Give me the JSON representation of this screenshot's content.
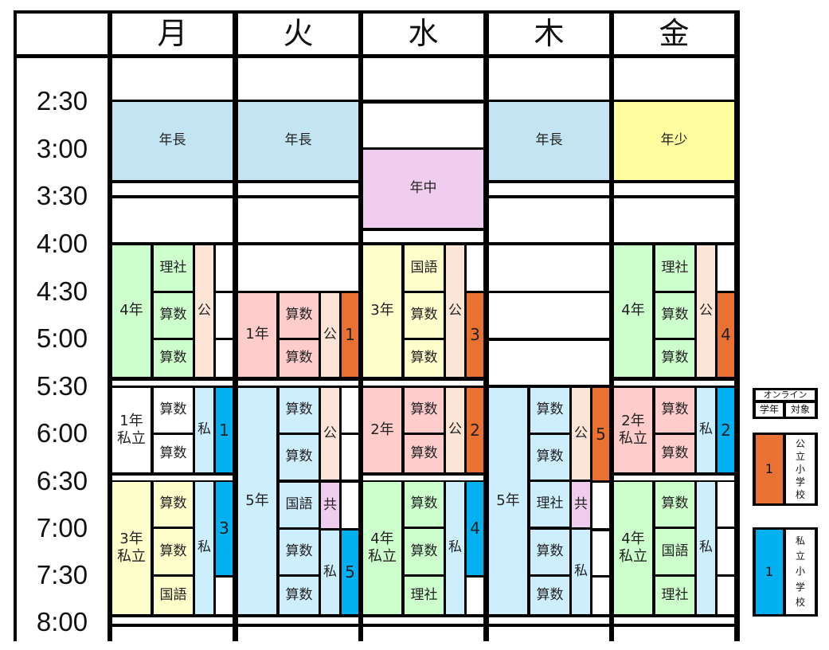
{
  "colors": {
    "public_online": "#e97132",
    "private_online": "#00b0f0",
    "kinder_senior": "#c3e4f3",
    "kinder_middle": "#f0cdee",
    "kinder_junior": "#ffff9f",
    "green": "#ccffcc",
    "yellow": "#ffffcc",
    "pink": "#ffcccc",
    "light_blue": "#cdeefd",
    "peach": "#fce4d6",
    "lavender": "#f0cdee"
  },
  "times": [
    "2:30",
    "3:00",
    "3:30",
    "4:00",
    "4:30",
    "5:00",
    "5:30",
    "6:00",
    "6:30",
    "7:00",
    "7:30",
    "8:00"
  ],
  "days": [
    {
      "label": "月",
      "early": "年長",
      "b1": {
        "grade": "4年",
        "subjects": [
          "理社",
          "算数",
          "算数"
        ],
        "type": "公"
      },
      "b2": {
        "grade": "1年\n私立",
        "subjects": [
          "算数",
          "算数"
        ],
        "type": "私",
        "online": "1"
      },
      "b3": {
        "grade": "3年\n私立",
        "subjects": [
          "算数",
          "算数",
          "国語"
        ],
        "type": "私",
        "online": "3"
      }
    },
    {
      "label": "火",
      "early": "年長",
      "b1": {
        "grade": "1年",
        "subjects": [
          "算数",
          "算数"
        ],
        "type": "公",
        "online": "1"
      },
      "b2": {
        "grade": "5年",
        "subjects": [
          "算数",
          "算数",
          "国語",
          "算数",
          "算数"
        ],
        "types": [
          "公",
          "共",
          "私"
        ],
        "online": "5"
      }
    },
    {
      "label": "水",
      "early": "年中",
      "b1": {
        "grade": "3年",
        "subjects": [
          "国語",
          "算数",
          "算数"
        ],
        "type": "公",
        "online": "3"
      },
      "b2": {
        "grade": "2年",
        "subjects": [
          "算数",
          "算数"
        ],
        "type": "公",
        "online": "2"
      },
      "b3": {
        "grade": "4年\n私立",
        "subjects": [
          "算数",
          "算数",
          "理社"
        ],
        "type": "私",
        "online": "4"
      }
    },
    {
      "label": "木",
      "early": "年長",
      "b2": {
        "grade": "5年",
        "subjects": [
          "算数",
          "算数",
          "理社",
          "算数",
          "算数"
        ],
        "types": [
          "公",
          "共",
          "私"
        ],
        "online": "5"
      }
    },
    {
      "label": "金",
      "early": "年少",
      "b1": {
        "grade": "4年",
        "subjects": [
          "理社",
          "算数",
          "算数"
        ],
        "type": "公",
        "online": "4"
      },
      "b2": {
        "grade": "2年\n私立",
        "subjects": [
          "算数",
          "算数"
        ],
        "type": "私",
        "online": "2"
      },
      "b3": {
        "grade": "4年\n私立",
        "subjects": [
          "算数",
          "国語",
          "理社"
        ],
        "type": "私"
      }
    }
  ],
  "legend": {
    "online": "オンライン",
    "grade": "学年",
    "target": "対象",
    "public": {
      "sample": "1",
      "label": "公\n立\n小\n学\n校"
    },
    "private": {
      "sample": "1",
      "label": "私\n立\n小\n学\n校"
    }
  }
}
